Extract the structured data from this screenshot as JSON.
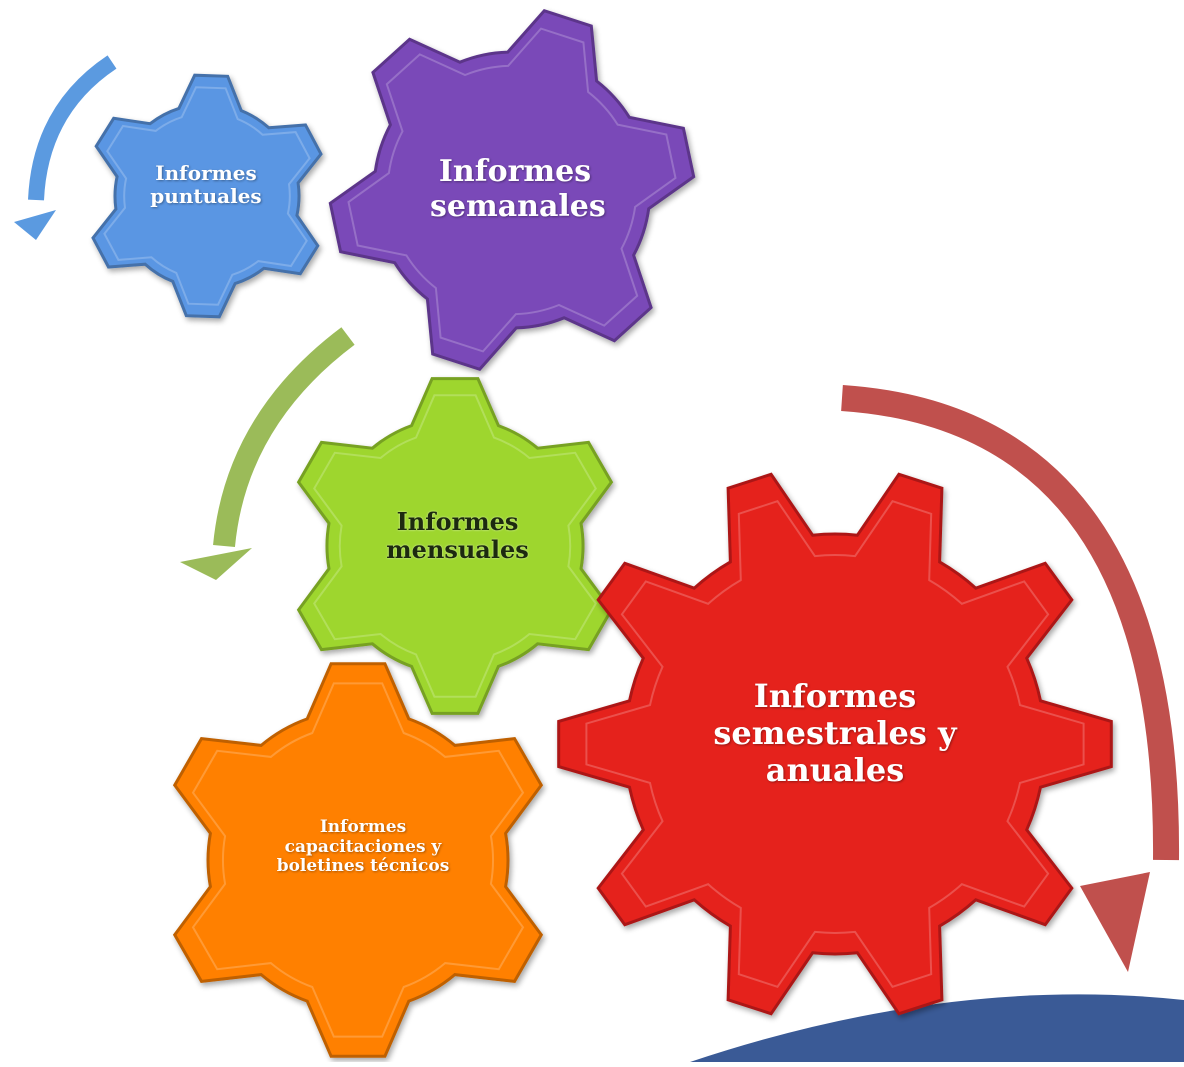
{
  "gears": [
    {
      "id": "puntuales",
      "label": "Informes puntuales",
      "color": "#5a96e3"
    },
    {
      "id": "semanales",
      "label": "Informes semanales",
      "color": "#7a48b8"
    },
    {
      "id": "mensuales",
      "label": "Informes mensuales",
      "color": "#9ed62f"
    },
    {
      "id": "capacitaciones",
      "label": "Informes capacitaciones y boletines técnicos",
      "color": "#ff8000"
    },
    {
      "id": "semestrales",
      "label": "Informes semestrales y anuales",
      "color": "#e5211d"
    }
  ],
  "arrows": [
    {
      "id": "blue-arrow",
      "color": "#5b9ae0"
    },
    {
      "id": "green-arrow",
      "color": "#9bbb59"
    },
    {
      "id": "red-arrow",
      "color": "#c0504d"
    }
  ],
  "footer_band_color": "#3a5a96"
}
